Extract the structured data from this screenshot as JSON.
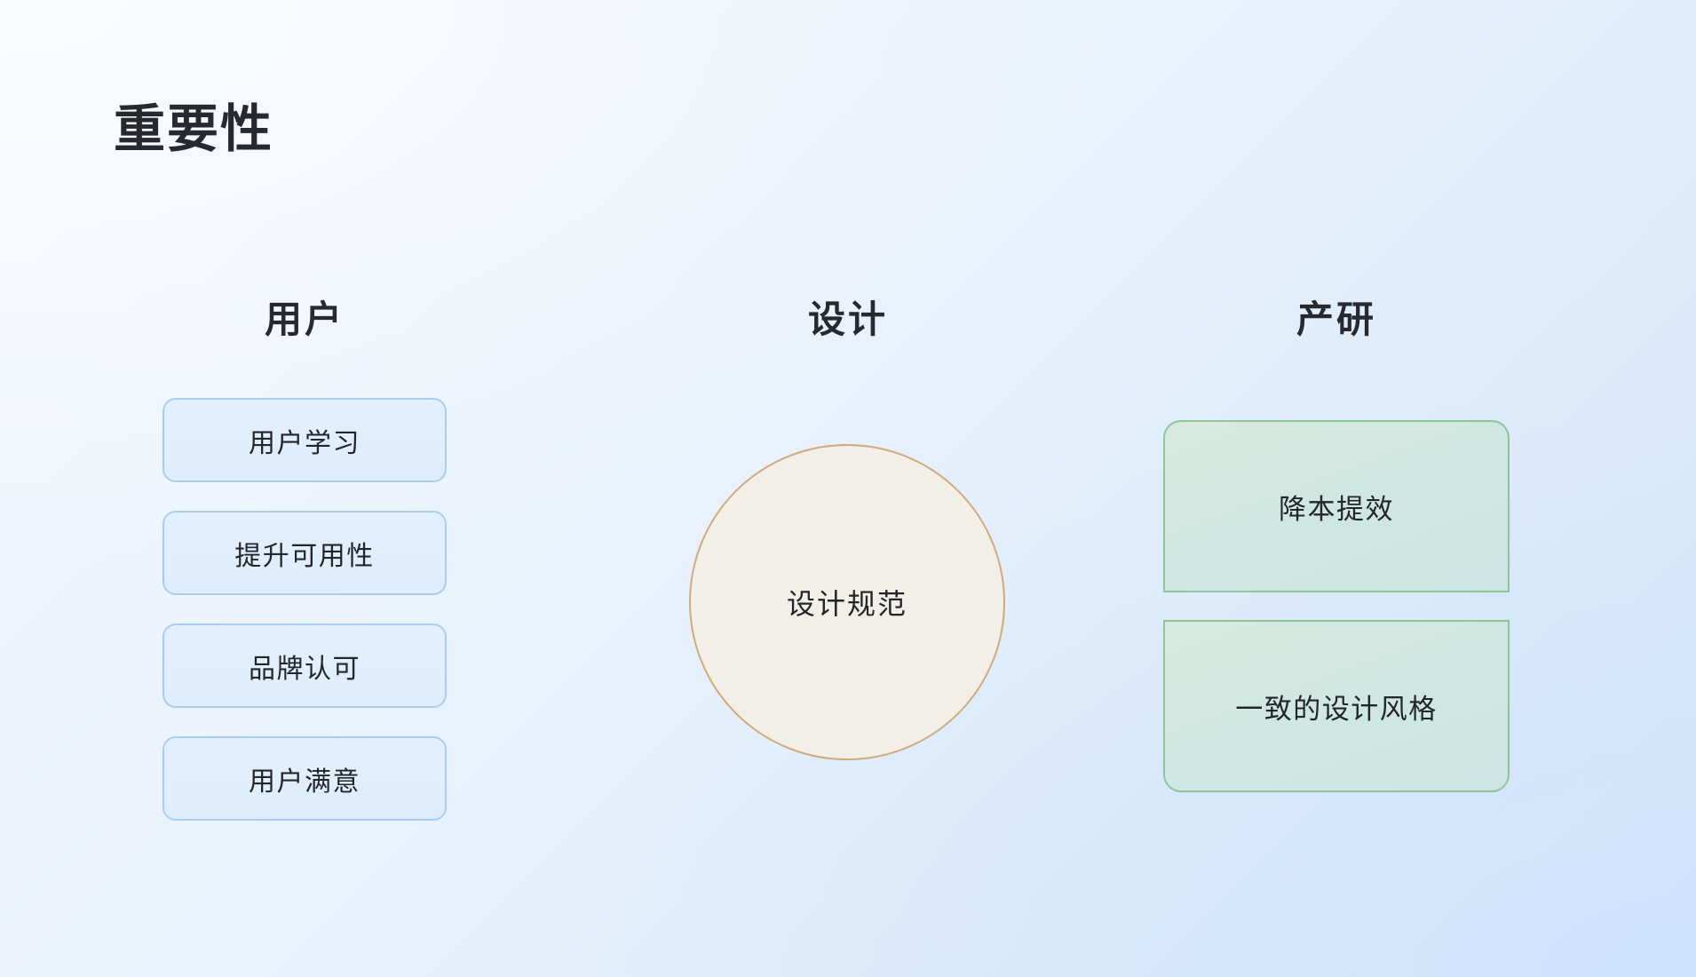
{
  "slide": {
    "title": "重要性",
    "background": {
      "from": "#f2f7fe",
      "to": "#d4e6fb"
    }
  },
  "columns": {
    "user": {
      "header": "用户",
      "accent_border": "#a9cdf0",
      "accent_fill": "#e3effc",
      "items": [
        {
          "label": "用户学习"
        },
        {
          "label": "提升可用性"
        },
        {
          "label": "品牌认可"
        },
        {
          "label": "用户满意"
        }
      ]
    },
    "design": {
      "header": "设计",
      "accent_border": "#ceaa7c",
      "accent_fill": "#f2efe9",
      "circle_label": "设计规范"
    },
    "rnd": {
      "header": "产研",
      "accent_border": "#8cc69a",
      "accent_fill": "#d2e7de",
      "items": [
        {
          "label": "降本提效"
        },
        {
          "label": "一致的设计风格"
        }
      ]
    }
  }
}
